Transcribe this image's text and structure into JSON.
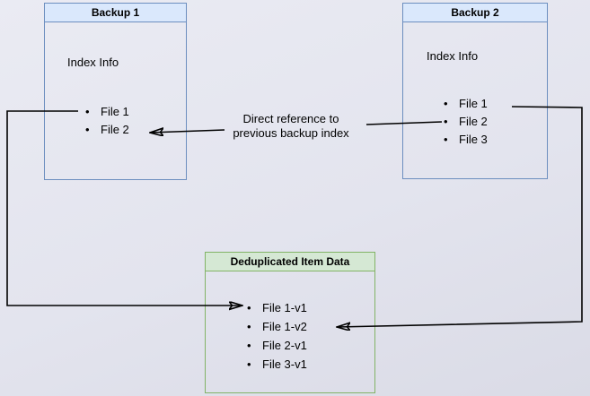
{
  "diagram": {
    "backup1": {
      "title": "Backup 1",
      "index_label": "Index Info",
      "files": [
        "File 1",
        "File 2"
      ]
    },
    "backup2": {
      "title": "Backup 2",
      "index_label": "Index Info",
      "files": [
        "File 1",
        "File 2",
        "File 3"
      ]
    },
    "dedup": {
      "title": "Deduplicated Item Data",
      "files": [
        "File 1-v1",
        "File 1-v2",
        "File 2-v1",
        "File 3-v1"
      ]
    },
    "annotation": {
      "line1": "Direct reference to",
      "line2": "previous backup index"
    }
  },
  "colors": {
    "blue_header_bg": "#dae8fc",
    "blue_border": "#6c8ebf",
    "green_header_bg": "#d5e8d4",
    "green_border": "#82b366",
    "arrow": "#000000",
    "text": "#000000",
    "bg_top": "#eaebf3",
    "bg_bottom": "#dadbe6"
  }
}
